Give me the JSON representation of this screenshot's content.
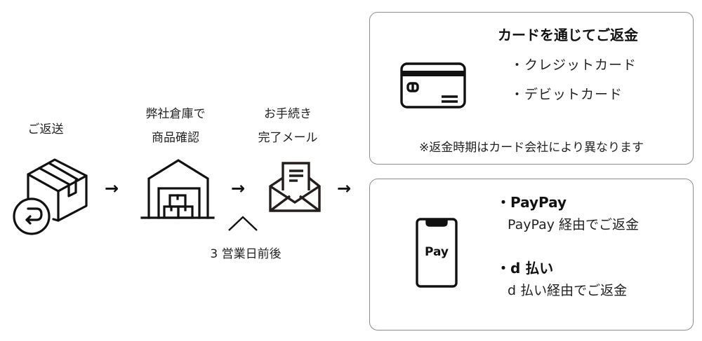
{
  "flow": {
    "steps": [
      {
        "label_lines": [
          "ご返送"
        ],
        "icon": "returned-box-icon"
      },
      {
        "label_lines": [
          "弊社倉庫で",
          "商品確認"
        ],
        "icon": "warehouse-icon"
      },
      {
        "label_lines": [
          "お手続き",
          "完了メール"
        ],
        "icon": "envelope-letter-icon"
      }
    ],
    "arrow_glyph": "→",
    "duration_note": "3 営業日前後"
  },
  "refund_card": {
    "icon": "credit-card-icon",
    "title": "カードを通じてご返金",
    "items": [
      "・クレジットカード",
      "・デビットカード"
    ],
    "note": "※返金時期はカード会社により異なります"
  },
  "refund_pay": {
    "icon": "smartphone-pay-icon",
    "phone_text": "Pay",
    "methods": [
      {
        "name": "・PayPay",
        "description": "PayPay 経由でご返金"
      },
      {
        "name": "・d 払い",
        "description": "d 払い経由でご返金"
      }
    ]
  }
}
